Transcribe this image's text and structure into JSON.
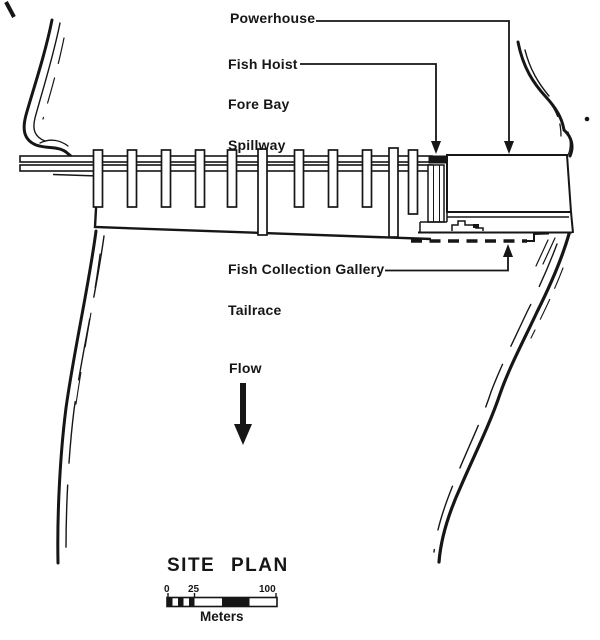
{
  "title": "SITE PLAN",
  "labels": {
    "powerhouse": "Powerhouse",
    "fish_hoist": "Fish Hoist",
    "fore_bay": "Fore Bay",
    "spillway": "Spillway",
    "fish_collection_gallery": "Fish Collection Gallery",
    "tailrace": "Tailrace",
    "flow": "Flow"
  },
  "scale_bar": {
    "ticks": [
      "0",
      "25",
      "100"
    ],
    "unit": "Meters"
  },
  "colors": {
    "ink": "#161616",
    "paper": "#ffffff"
  }
}
